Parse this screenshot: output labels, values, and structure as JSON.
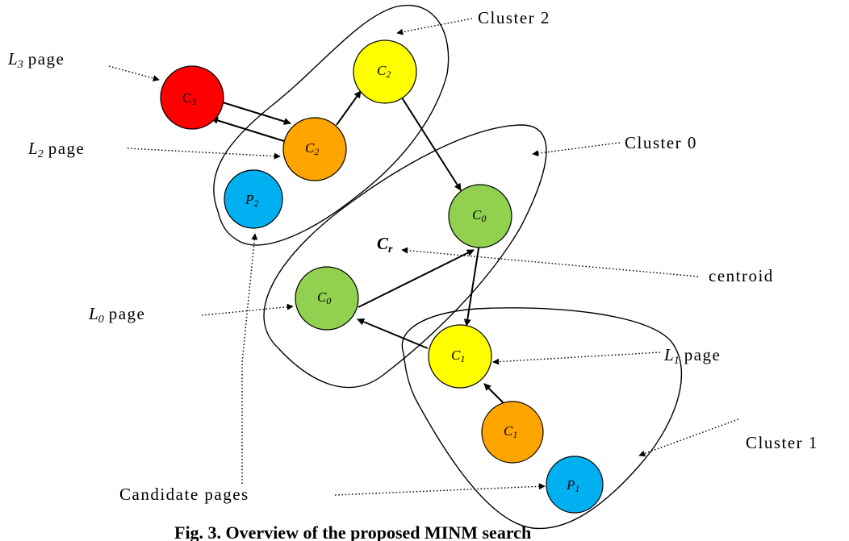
{
  "colors": {
    "red": "#ff0000",
    "orange": "#ffa500",
    "yellow": "#ffff00",
    "green": "#92d050",
    "blue": "#00b0f0"
  },
  "clusters": {
    "c2": "Cluster 2",
    "c0": "Cluster 0",
    "c1": "Cluster 1"
  },
  "nodes": {
    "c3": {
      "main": "C",
      "sub": "3",
      "color": "#ff0000"
    },
    "c2_top": {
      "main": "C",
      "sub": "2",
      "color": "#ffff00"
    },
    "c2_mid": {
      "main": "C",
      "sub": "2",
      "color": "#ffa500"
    },
    "p2": {
      "main": "P",
      "sub": "2",
      "color": "#00b0f0"
    },
    "c0_top": {
      "main": "C",
      "sub": "0",
      "color": "#92d050"
    },
    "c0_left": {
      "main": "C",
      "sub": "0",
      "color": "#92d050"
    },
    "c1_top": {
      "main": "C",
      "sub": "1",
      "color": "#ffff00"
    },
    "c1_low": {
      "main": "C",
      "sub": "1",
      "color": "#ffa500"
    },
    "p1": {
      "main": "P",
      "sub": "1",
      "color": "#00b0f0"
    }
  },
  "centroid": {
    "main": "C",
    "sub": "r",
    "label": "centroid"
  },
  "levels": {
    "l3": {
      "main": "L",
      "sub": "3",
      "rest": "page"
    },
    "l2": {
      "main": "L",
      "sub": "2",
      "rest": "page"
    },
    "l0": {
      "main": "L",
      "sub": "0",
      "rest": "page"
    },
    "l1": {
      "main": "L",
      "sub": "1",
      "rest": "page"
    }
  },
  "candidate": "Candidate pages",
  "caption": "Fig. 3. Overview of the proposed MINM search"
}
